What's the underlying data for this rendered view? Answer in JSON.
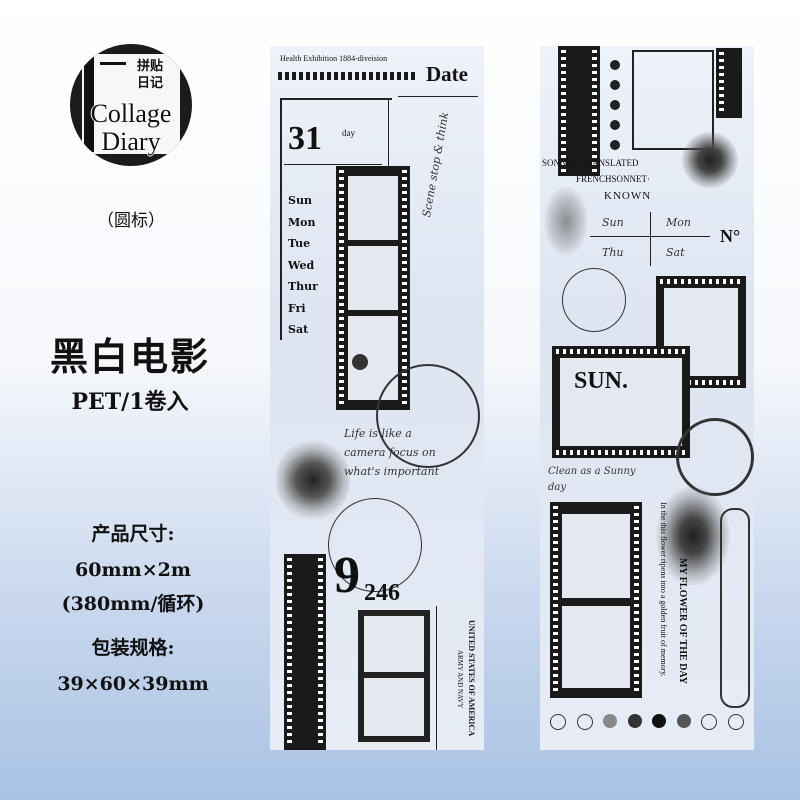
{
  "badge": {
    "cn_line1": "拼贴",
    "cn_line2": "日记",
    "en_line1": "Collage",
    "en_line2": "Diary"
  },
  "badge_caption": "（圆标）",
  "product": {
    "title": "黑白电影",
    "subtitle": "PET/1卷入"
  },
  "specs": {
    "size_label": "产品尺寸:",
    "size_value": "60mm×2m",
    "size_note": "(380mm/循环)",
    "pack_label": "包装规格:",
    "pack_value": "39×60×39mm"
  },
  "strip1": {
    "header": "Health Exhibition 1884-diveision",
    "date_label": "Date",
    "day_number": "31",
    "day_word": "day",
    "weekdays": [
      "Sun",
      "Mon",
      "Tue",
      "Wed",
      "Thur",
      "Fri",
      "Sat"
    ],
    "script_quote": "Life is like a camera focus on what's important",
    "number_big": "9",
    "number_small": "246",
    "stamp_text": "UNITED STATES OF AMERICA",
    "stamp_sub": "ARMY AND NAVY"
  },
  "strip2": {
    "sonnet_line1": "SONNET·TRANSLATED",
    "sonnet_line2": "FRENCHSONNET·",
    "sonnet_line3": "KNOWN",
    "days": [
      "Sun",
      "Mon",
      "Thu",
      "Sat"
    ],
    "number_mark": "N°",
    "sun_label": "SUN.",
    "script_clean": "Clean as a Sunny day",
    "vertical_title": "MY FLOWER OF THE DAY",
    "vertical_text": "In the this flower ripens into a golden fruit of memory."
  },
  "colors": {
    "ink": "#1a1a1a",
    "strip_bg": "#e3e8f1",
    "bg_bottom": "#a9c2e4"
  }
}
